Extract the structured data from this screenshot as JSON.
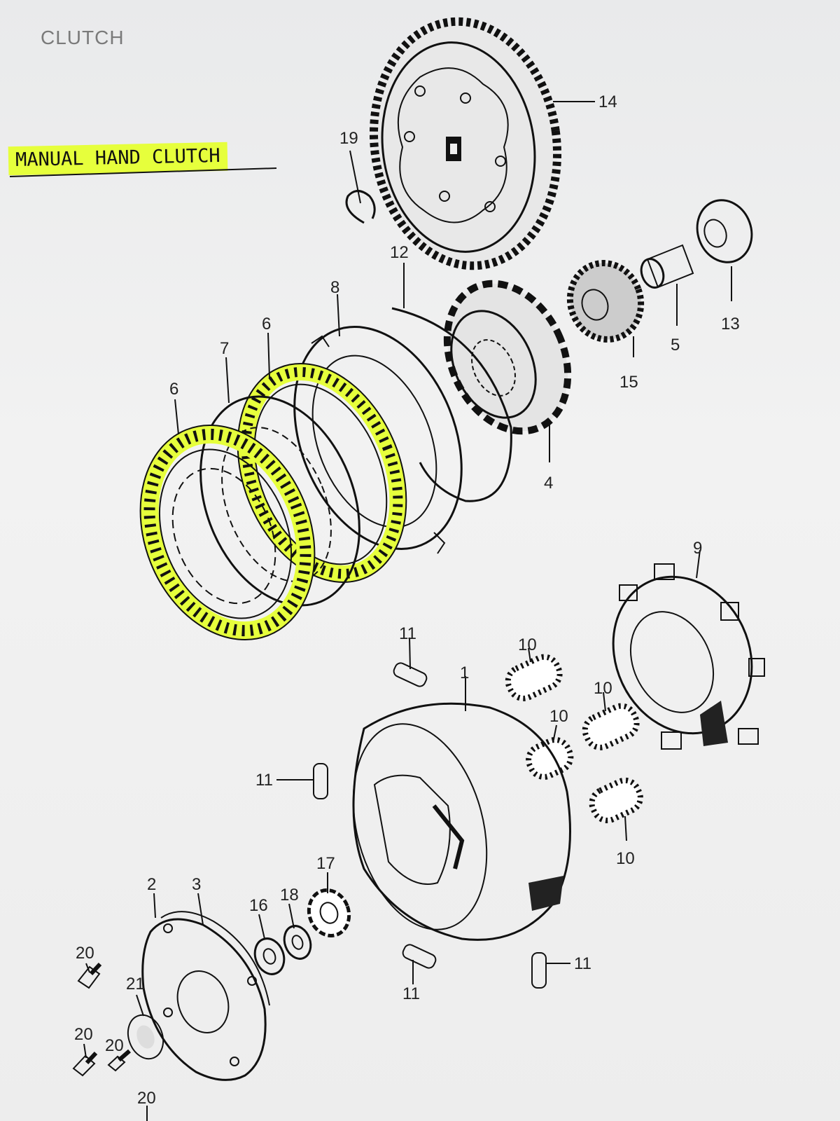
{
  "page": {
    "title": "CLUTCH"
  },
  "annotation": {
    "handwritten_note": "MANUAL HAND CLUTCH",
    "highlight_color": "#e6ff3c"
  },
  "callouts": {
    "c1": "1",
    "c2": "2",
    "c3": "3",
    "c4": "4",
    "c5": "5",
    "c6a": "6",
    "c6b": "6",
    "c7": "7",
    "c8": "8",
    "c9": "9",
    "c10a": "10",
    "c10b": "10",
    "c10c": "10",
    "c10d": "10",
    "c11a": "11",
    "c11b": "11",
    "c11c": "11",
    "c11d": "11",
    "c12": "12",
    "c13": "13",
    "c14": "14",
    "c15": "15",
    "c16": "16",
    "c17": "17",
    "c18": "18",
    "c19": "19",
    "c20a": "20",
    "c20b": "20",
    "c20c": "20",
    "c20d": "20",
    "c21": "21"
  }
}
